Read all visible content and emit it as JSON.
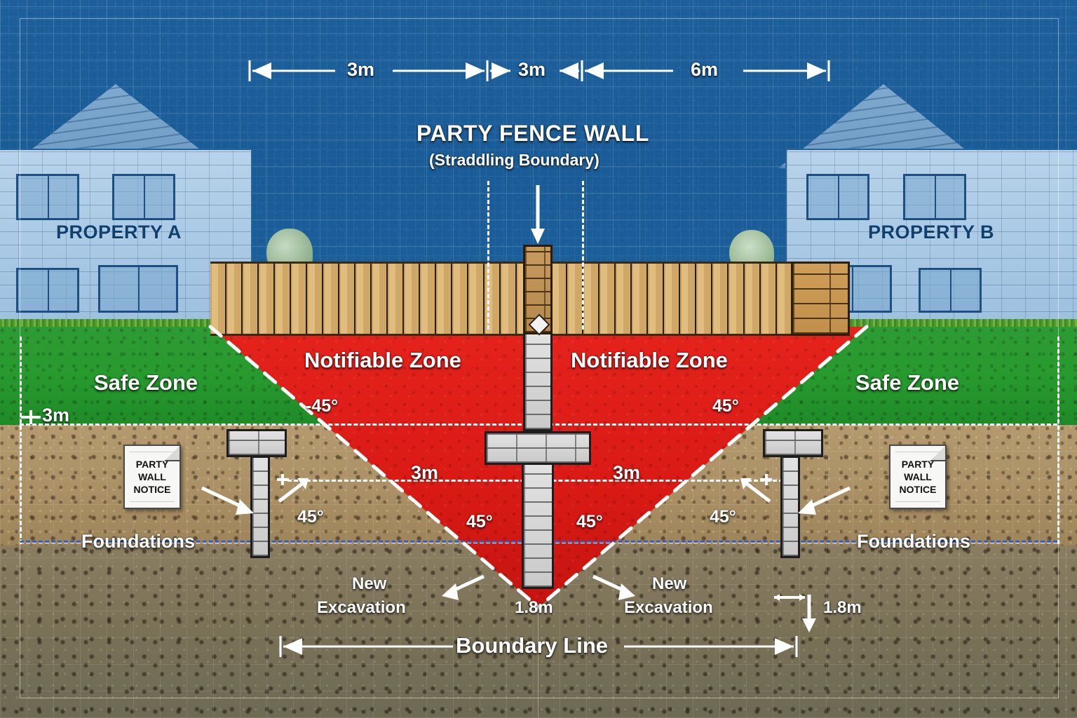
{
  "diagram": {
    "title": "PARTY FENCE WALL",
    "subtitle": "(Straddling Boundary)",
    "top_dimensions": [
      {
        "label": "3m"
      },
      {
        "label": "3m"
      },
      {
        "label": "6m"
      }
    ],
    "properties": {
      "left": "PROPERTY A",
      "right": "PROPERTY B"
    },
    "zones": {
      "safe_left": "Safe Zone",
      "safe_right": "Safe Zone",
      "notifiable_left": "Notifiable Zone",
      "notifiable_right": "Notifiable Zone",
      "safe_depth": "3m"
    },
    "angles": {
      "surface_left": "-45°",
      "surface_right": "45°",
      "inner_left": "45°",
      "inner_right": "45°",
      "outer_left": "45°",
      "outer_right": "45°"
    },
    "depths": {
      "three_m_left": "3m",
      "three_m_right": "3m",
      "centre_depth": "1.8m",
      "right_depth": "1.8m"
    },
    "foundations": {
      "left_label": "Foundations",
      "right_label": "Foundations"
    },
    "excavation": {
      "left_line1": "New",
      "left_line2": "Excavation",
      "right_line1": "New",
      "right_line2": "Excavation"
    },
    "boundary_label": "Boundary Line",
    "notices": {
      "left": [
        "PARTY",
        "WALL",
        "NOTICE"
      ],
      "right": [
        "PARTY",
        "WALL",
        "NOTICE"
      ]
    },
    "colors": {
      "blueprint": "#1b5d97",
      "notifiable": "#e01b16",
      "safe": "#279a2e",
      "soil_upper": "#ab9066",
      "soil_lower": "#7b7257",
      "guide_white": "#ffffff",
      "foundation_line": "#2b56c8",
      "brick": "#c79a5e",
      "fence": "#d9b273",
      "concrete": "#d8d8d8",
      "property_text": "#10406e"
    }
  }
}
